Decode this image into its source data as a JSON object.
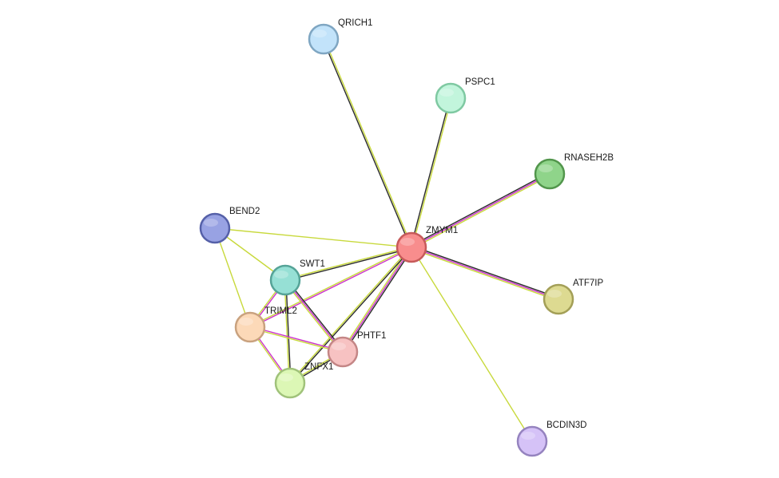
{
  "network": {
    "nodes": [
      {
        "id": "ZMYM1",
        "label": "ZMYM1",
        "fill": "#f88d8d",
        "stroke": "#c65a5a"
      },
      {
        "id": "QRICH1",
        "label": "QRICH1",
        "fill": "#c2e3fa",
        "stroke": "#7fa6c2"
      },
      {
        "id": "PSPC1",
        "label": "PSPC1",
        "fill": "#c2f5dc",
        "stroke": "#7fc9a2"
      },
      {
        "id": "RNASEH2B",
        "label": "RNASEH2B",
        "fill": "#8fd48a",
        "stroke": "#52964c"
      },
      {
        "id": "BEND2",
        "label": "BEND2",
        "fill": "#98a2e3",
        "stroke": "#5560a8"
      },
      {
        "id": "SWT1",
        "label": "SWT1",
        "fill": "#96e0d5",
        "stroke": "#55a397"
      },
      {
        "id": "TRIML2",
        "label": "TRIML2",
        "fill": "#fcd9b8",
        "stroke": "#c9a27f"
      },
      {
        "id": "PHTF1",
        "label": "PHTF1",
        "fill": "#f7c2c2",
        "stroke": "#c48686"
      },
      {
        "id": "ZNFX1",
        "label": "ZNFX1",
        "fill": "#dcf7b5",
        "stroke": "#a0c27a"
      },
      {
        "id": "ATF7IP",
        "label": "ATF7IP",
        "fill": "#ddda91",
        "stroke": "#a39f57"
      },
      {
        "id": "BCDIN3D",
        "label": "BCDIN3D",
        "fill": "#d5c2f7",
        "stroke": "#9583bf"
      }
    ],
    "edges": [
      {
        "from": "ZMYM1",
        "to": "QRICH1",
        "colors": [
          "#2b2b2b",
          "#c8d93c"
        ]
      },
      {
        "from": "ZMYM1",
        "to": "PSPC1",
        "colors": [
          "#2b2b2b",
          "#c8d93c"
        ]
      },
      {
        "from": "ZMYM1",
        "to": "RNASEH2B",
        "colors": [
          "#2b2b2b",
          "#cc33cc",
          "#c8d93c"
        ]
      },
      {
        "from": "ZMYM1",
        "to": "ATF7IP",
        "colors": [
          "#2b2b2b",
          "#cc33cc",
          "#c8d93c"
        ]
      },
      {
        "from": "ZMYM1",
        "to": "BCDIN3D",
        "colors": [
          "#c8d93c"
        ]
      },
      {
        "from": "ZMYM1",
        "to": "BEND2",
        "colors": [
          "#c8d93c"
        ]
      },
      {
        "from": "ZMYM1",
        "to": "SWT1",
        "colors": [
          "#2b2b2b",
          "#c8d93c"
        ]
      },
      {
        "from": "ZMYM1",
        "to": "TRIML2",
        "colors": [
          "#cc33cc",
          "#c8d93c"
        ]
      },
      {
        "from": "ZMYM1",
        "to": "PHTF1",
        "colors": [
          "#2b2b2b",
          "#cc33cc",
          "#c8d93c"
        ]
      },
      {
        "from": "ZMYM1",
        "to": "ZNFX1",
        "colors": [
          "#2b2b2b",
          "#c8d93c"
        ]
      },
      {
        "from": "BEND2",
        "to": "SWT1",
        "colors": [
          "#c8d93c"
        ]
      },
      {
        "from": "BEND2",
        "to": "TRIML2",
        "colors": [
          "#c8d93c"
        ]
      },
      {
        "from": "SWT1",
        "to": "TRIML2",
        "colors": [
          "#cc33cc",
          "#c8d93c"
        ]
      },
      {
        "from": "SWT1",
        "to": "PHTF1",
        "colors": [
          "#2b2b2b",
          "#cc33cc",
          "#c8d93c"
        ]
      },
      {
        "from": "SWT1",
        "to": "ZNFX1",
        "colors": [
          "#2b2b2b",
          "#c8d93c"
        ]
      },
      {
        "from": "TRIML2",
        "to": "PHTF1",
        "colors": [
          "#cc33cc",
          "#c8d93c"
        ]
      },
      {
        "from": "TRIML2",
        "to": "ZNFX1",
        "colors": [
          "#cc33cc",
          "#c8d93c"
        ]
      },
      {
        "from": "PHTF1",
        "to": "ZNFX1",
        "colors": [
          "#2b2b2b",
          "#c8d93c"
        ]
      }
    ]
  }
}
